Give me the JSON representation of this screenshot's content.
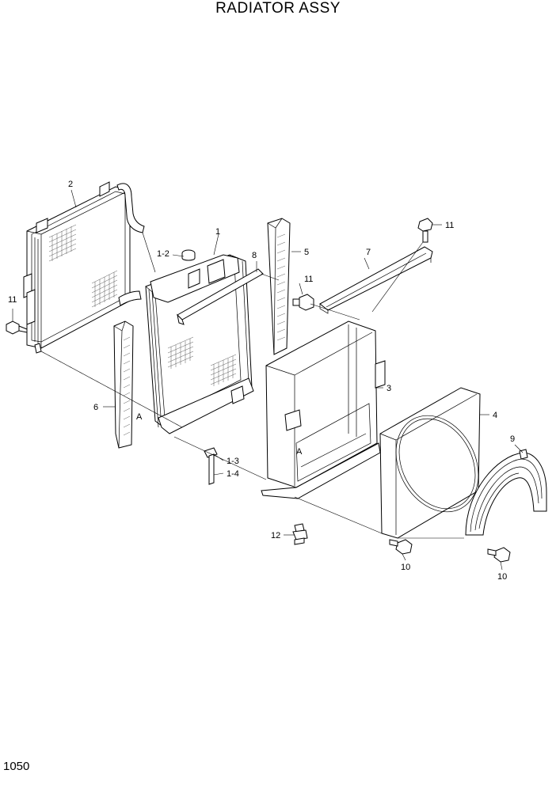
{
  "title": "RADIATOR ASSY",
  "page_number": "1050",
  "callouts": {
    "p1": "1",
    "p1_2": "1-2",
    "p1_3": "1-3",
    "p1_4": "1-4",
    "p2": "2",
    "p3": "3",
    "p4": "4",
    "p5": "5",
    "p6": "6",
    "p7": "7",
    "p8": "8",
    "p9": "9",
    "p10a": "10",
    "p10b": "10",
    "p11a": "11",
    "p11b": "11",
    "p11c": "11",
    "p12": "12",
    "refA1": "A",
    "refA2": "A"
  }
}
